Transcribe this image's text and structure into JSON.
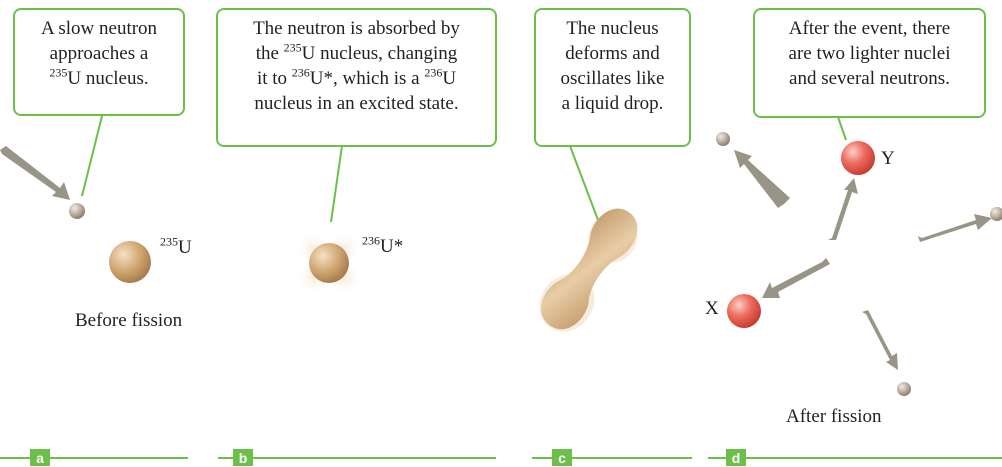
{
  "panels": {
    "a": {
      "tag": "a",
      "callout": {
        "line1": "A slow neutron",
        "line2": "approaches a",
        "mass": "235",
        "line3_rest": "U nucleus."
      },
      "nucleus_label": {
        "mass": "235",
        "symbol": "U"
      },
      "caption": "Before fission"
    },
    "b": {
      "tag": "b",
      "callout": {
        "line1": "The neutron is absorbed by",
        "line2_pre": "the ",
        "line2_mass": "235",
        "line2_post": "U nucleus, changing",
        "line3_pre": "it to ",
        "line3_mass": "236",
        "line3_mid": "U*, which is a ",
        "line3_mass2": "236",
        "line3_post": "U",
        "line4": "nucleus in an excited state."
      },
      "nucleus_label": {
        "mass": "236",
        "symbol": "U*"
      }
    },
    "c": {
      "tag": "c",
      "callout": {
        "line1": "The nucleus",
        "line2": "deforms and",
        "line3": "oscillates like",
        "line4": "a liquid drop."
      }
    },
    "d": {
      "tag": "d",
      "callout": {
        "line1": "After the event, there",
        "line2": "are two lighter nuclei",
        "line3": "and several neutrons."
      },
      "fragment_x": "X",
      "fragment_y": "Y",
      "caption": "After fission"
    }
  },
  "colors": {
    "callout_border": "#6cc04a",
    "nucleus": "#c9a06f",
    "fragment": "#e65a4e",
    "neutron": "#b3a595",
    "arrow": "#8d8a79"
  }
}
